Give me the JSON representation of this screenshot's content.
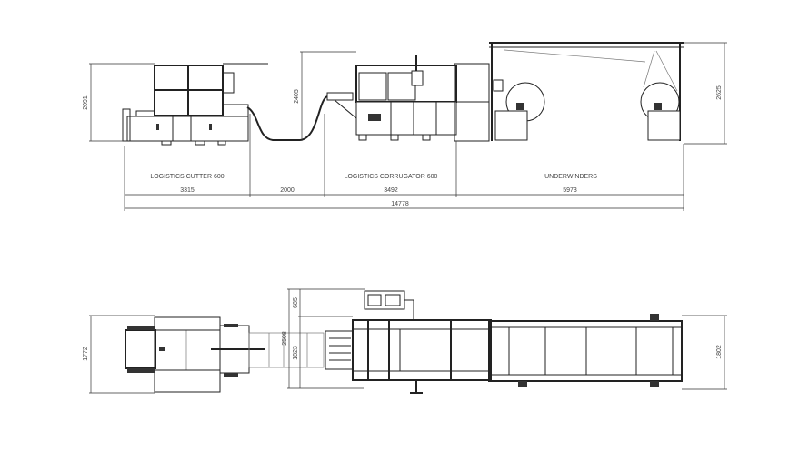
{
  "elevation": {
    "sections": {
      "cutter": "LOGISTICS CUTTER 600",
      "corrugator": "LOGISTICS CORRUGATOR 600",
      "underwinders": "UNDERWINDERS"
    },
    "lengths": {
      "cutter": "3315",
      "gap": "2000",
      "corrugator": "3492",
      "underwinders": "5973",
      "total": "14778"
    },
    "heights": {
      "cutter": "2091",
      "corrugator": "2405",
      "underwinders": "2625"
    }
  },
  "plan": {
    "widths": {
      "cutter": "1772",
      "corrugator_total": "2508",
      "corrugator_panel": "685",
      "corrugator_body": "1823",
      "underwinders": "1802"
    }
  }
}
